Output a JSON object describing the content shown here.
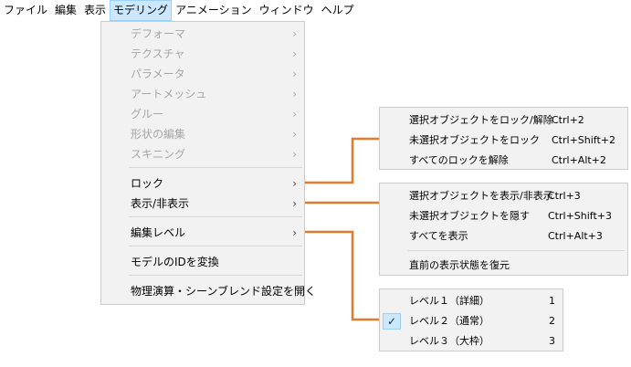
{
  "menubar": {
    "items": [
      "ファイル",
      "編集",
      "表示",
      "モデリング",
      "アニメーション",
      "ウィンドウ",
      "ヘルプ"
    ],
    "active": "モデリング"
  },
  "modeling_menu": {
    "disabled_items": [
      "デフォーマ",
      "テクスチャ",
      "パラメータ",
      "アートメッシュ",
      "グルー",
      "形状の編集",
      "スキニング"
    ],
    "lock": "ロック",
    "show_hide": "表示/非表示",
    "edit_level": "編集レベル",
    "convert_model_id": "モデルのIDを変換",
    "physics_scene_blend": "物理演算・シーンブレンド設定を開く",
    "submenu_arrow": "›"
  },
  "lock_submenu": {
    "items": [
      {
        "label": "選択オブジェクトをロック/解除",
        "shortcut": "Ctrl+2"
      },
      {
        "label": "未選択オブジェクトをロック",
        "shortcut": "Ctrl+Shift+2"
      },
      {
        "label": "すべてのロックを解除",
        "shortcut": "Ctrl+Alt+2"
      }
    ]
  },
  "show_hide_submenu": {
    "items": [
      {
        "label": "選択オブジェクトを表示/非表示",
        "shortcut": "Ctrl+3"
      },
      {
        "label": "未選択オブジェクトを隠す",
        "shortcut": "Ctrl+Shift+3"
      },
      {
        "label": "すべてを表示",
        "shortcut": "Ctrl+Alt+3"
      }
    ],
    "restore": "直前の表示状態を復元"
  },
  "edit_level_submenu": {
    "items": [
      {
        "label": "レベル１（詳細）",
        "shortcut": "1",
        "checked": false
      },
      {
        "label": "レベル２（通常）",
        "shortcut": "2",
        "checked": true
      },
      {
        "label": "レベル３（大枠）",
        "shortcut": "3",
        "checked": false
      }
    ],
    "check_glyph": "✓"
  },
  "colors": {
    "connector": "#e07b2f",
    "menu_bg": "#f2f2f2",
    "highlight": "#cce8ff"
  }
}
